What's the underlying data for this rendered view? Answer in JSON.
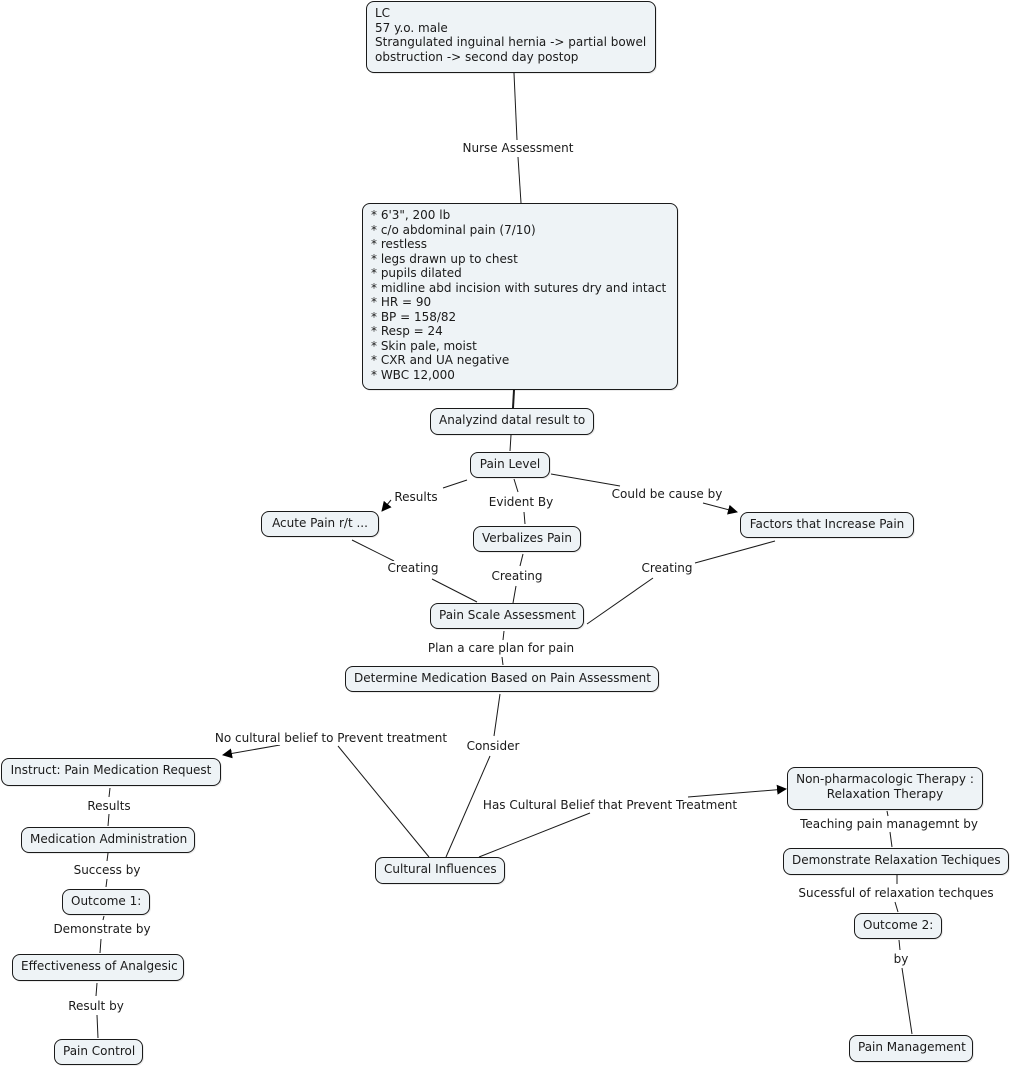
{
  "concept_map": {
    "nodes": {
      "patient": {
        "lines": [
          "LC",
          "57 y.o. male",
          "Strangulated inguinal hernia -> partial bowel",
          "obstruction -> second day postop"
        ]
      },
      "assessment": {
        "lines": [
          "* 6'3\", 200 lb",
          "* c/o abdominal pain (7/10)",
          "* restless",
          "* legs drawn up to chest",
          "* pupils dilated",
          "* midline abd incision with sutures dry and intact",
          "* HR = 90",
          "* BP = 158/82",
          "* Resp = 24",
          "* Skin pale, moist",
          "* CXR and UA negative",
          "* WBC 12,000"
        ]
      },
      "analyzing": {
        "label": "Analyzind datal result to"
      },
      "pain_level": {
        "label": "Pain Level"
      },
      "acute_pain": {
        "label": "Acute Pain r/t ..."
      },
      "verbalizes_pain": {
        "label": "Verbalizes Pain"
      },
      "factors": {
        "label": "Factors that Increase Pain"
      },
      "pain_scale": {
        "label": "Pain Scale Assessment"
      },
      "determine_med": {
        "label": "Determine Medication Based on Pain Assessment"
      },
      "instruct": {
        "label": "Instruct: Pain Medication Request"
      },
      "med_admin": {
        "label": "Medication Administration"
      },
      "outcome1": {
        "label": "Outcome 1:"
      },
      "effectiveness": {
        "label": "Effectiveness of Analgesic"
      },
      "pain_control": {
        "label": "Pain Control"
      },
      "cultural": {
        "label": "Cultural Influences"
      },
      "non_pharm": {
        "lines": [
          "Non-pharmacologic Therapy :",
          "Relaxation Therapy"
        ]
      },
      "demonstrate_relax": {
        "label": "Demonstrate Relaxation Techiques"
      },
      "outcome2": {
        "label": "Outcome 2:"
      },
      "pain_management": {
        "label": "Pain Management"
      }
    },
    "links": {
      "nurse_assessment": "Nurse Assessment",
      "results_acute": "Results",
      "evident_by": "Evident By",
      "could_be_cause_by": "Could be cause by",
      "creating_left": "Creating",
      "creating_mid": "Creating",
      "creating_right": "Creating",
      "plan_care": "Plan a care plan for pain",
      "consider": "Consider",
      "no_cultural_belief": "No cultural belief to Prevent treatment",
      "has_cultural_belief": "Has Cultural Belief that Prevent Treatment",
      "results_instruct": "Results",
      "success_by": "Success by",
      "demonstrate_by": "Demonstrate by",
      "result_by": "Result by",
      "teaching": "Teaching pain managemnt by",
      "successful_relax": "Sucessful of relaxation techques",
      "by": "by"
    }
  }
}
